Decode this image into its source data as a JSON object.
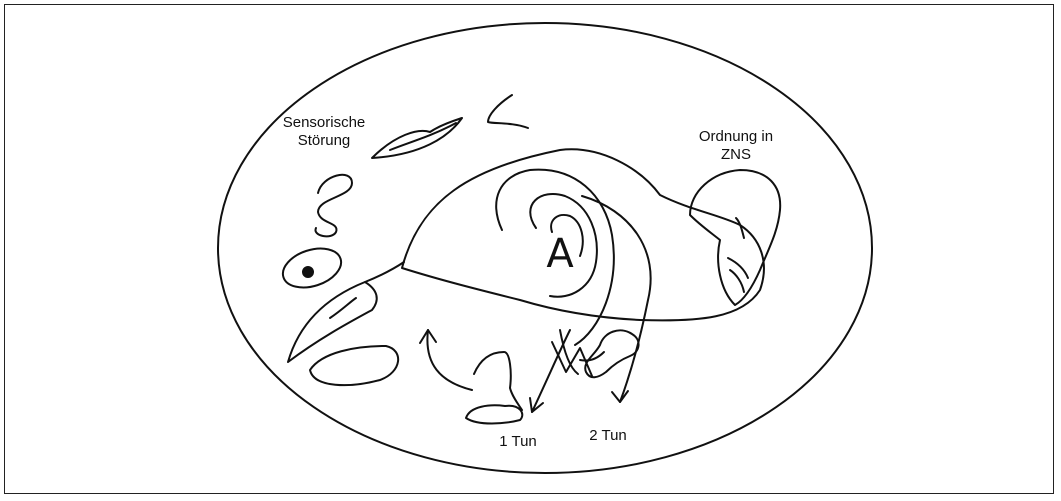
{
  "labels": {
    "sensory_line1": "Sensorische",
    "sensory_line2": "Störung",
    "order_line1": "Ordnung in",
    "order_line2": "ZNS",
    "center_letter": "A",
    "tun1": "1 Tun",
    "tun2": "2 Tun"
  },
  "colors": {
    "ink": "#111111",
    "background": "#ffffff"
  }
}
